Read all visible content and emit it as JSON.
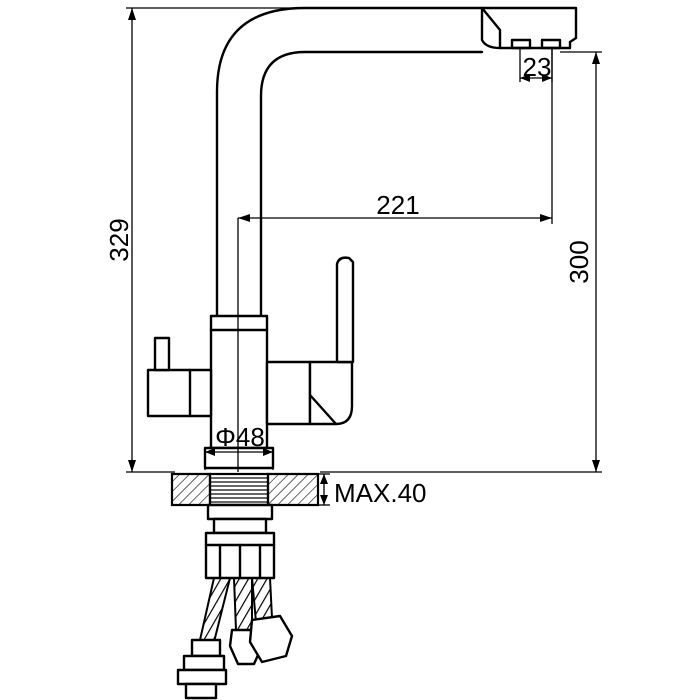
{
  "dimensions": {
    "total_height": "329",
    "spout_height": "300",
    "spout_reach": "221",
    "outlet_spacing": "23",
    "base_diameter": "Φ48",
    "max_deck_thickness": "MAX.40"
  }
}
